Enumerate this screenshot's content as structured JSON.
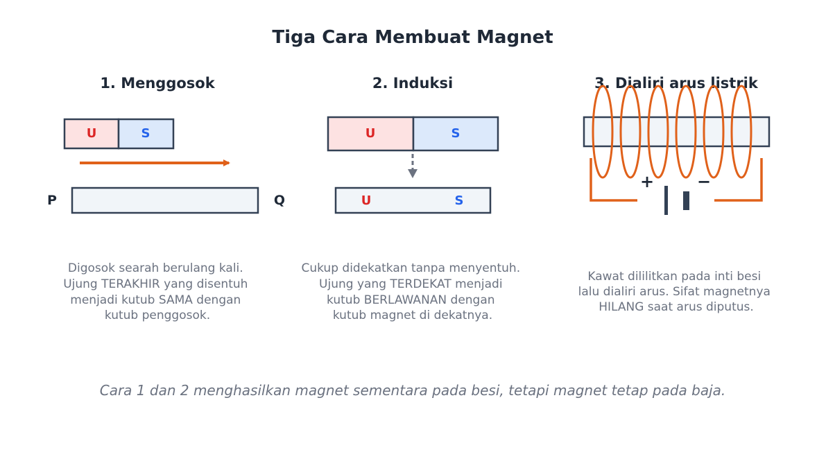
{
  "title": "Tiga Cara Membuat Magnet",
  "panels": [
    {
      "heading": "1. Menggosok",
      "magnet_north": "U",
      "magnet_south": "S",
      "left_end": "P",
      "right_end": "Q",
      "description": [
        "Digosok searah berulang kali.",
        "Ujung TERAKHIR yang disentuh",
        "menjadi kutub SAMA dengan",
        "kutub penggosok."
      ]
    },
    {
      "heading": "2. Induksi",
      "magnet_north": "U",
      "magnet_south": "S",
      "induced_north": "U",
      "induced_south": "S",
      "description": [
        "Cukup didekatkan tanpa menyentuh.",
        "Ujung yang TERDEKAT menjadi",
        "kutub BERLAWANAN dengan",
        "kutub magnet di dekatnya."
      ]
    },
    {
      "heading": "3. Dialiri arus listrik",
      "plus_sign": "+",
      "minus_sign": "−",
      "description": [
        "Kawat dililitkan pada inti besi",
        "lalu dialiri arus. Sifat magnetnya",
        "HILANG saat arus diputus."
      ]
    }
  ],
  "footnote": "Cara 1 dan 2 menghasilkan magnet sementara pada besi, tetapi magnet tetap pada baja.",
  "colors": {
    "north_fill": "#fde2e2",
    "south_fill": "#dce9fb",
    "iron_fill": "#f1f5f9",
    "outline": "#334155",
    "accent": "#e0611a",
    "north_text": "#dc2626",
    "south_text": "#2563eb"
  }
}
